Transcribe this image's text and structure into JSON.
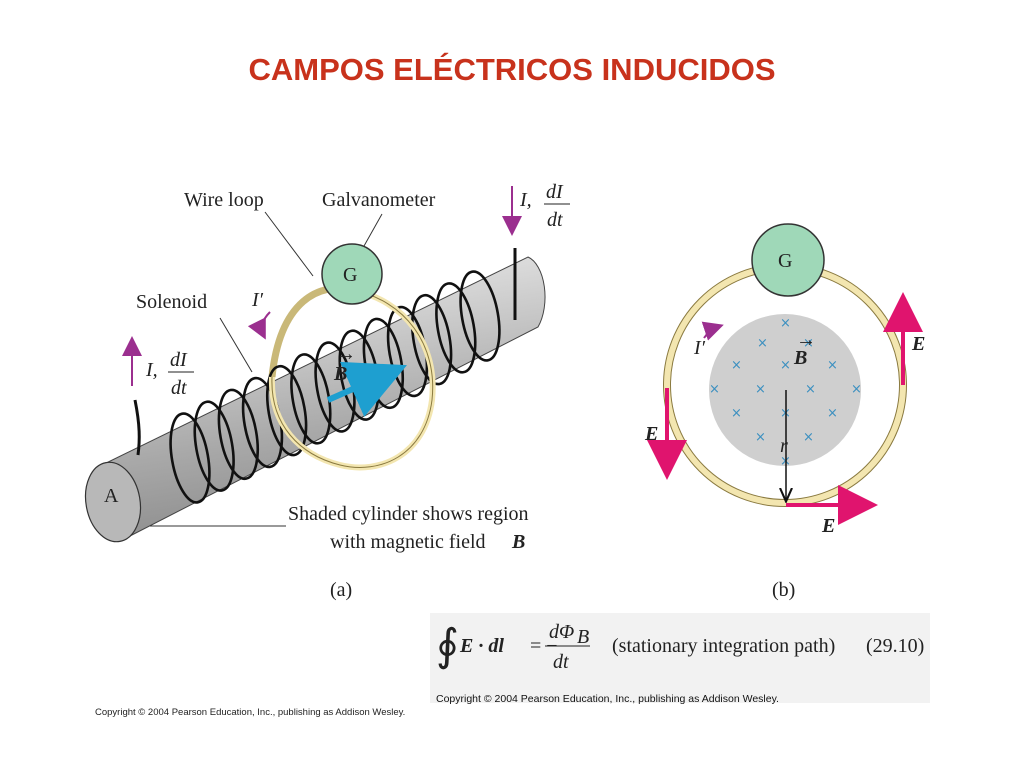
{
  "title": "CAMPOS ELÉCTRICOS INDUCIDOS",
  "fig_a": {
    "wire_loop": "Wire loop",
    "galvanometer": "Galvanometer",
    "g": "G",
    "solenoid": "Solenoid",
    "i_prime": "I′",
    "current_left": "I,",
    "current_right": "I,",
    "dI": "dI",
    "dt": "dt",
    "B": "B",
    "A": "A",
    "caption_line1": "Shaded cylinder shows region",
    "caption_line2": "with magnetic field",
    "caption_B": "B",
    "panel_label": "(a)"
  },
  "fig_b": {
    "g": "G",
    "i_prime": "I′",
    "B": "B",
    "E": "E",
    "r": "r",
    "cross": "×",
    "panel_label": "(b)"
  },
  "equation": {
    "integral": "∮",
    "lhs": "E · dl",
    "equals": "= −",
    "num": "dΦ",
    "num_sub": "B",
    "den": "dt",
    "note": "(stationary integration path)",
    "number": "(29.10)"
  },
  "copyright_left": "Copyright © 2004 Pearson Education, Inc., publishing as Addison Wesley.",
  "copyright_eq": "Copyright © 2004 Pearson Education, Inc., publishing as Addison Wesley.",
  "colors": {
    "title": "#c8321c",
    "loop": "#f3e6b0",
    "galvanometer": "#9fd8b8",
    "field_arrow": "#1e9fd0",
    "e_arrow": "#e0146e",
    "current_arrow": "#9b2f8f"
  }
}
